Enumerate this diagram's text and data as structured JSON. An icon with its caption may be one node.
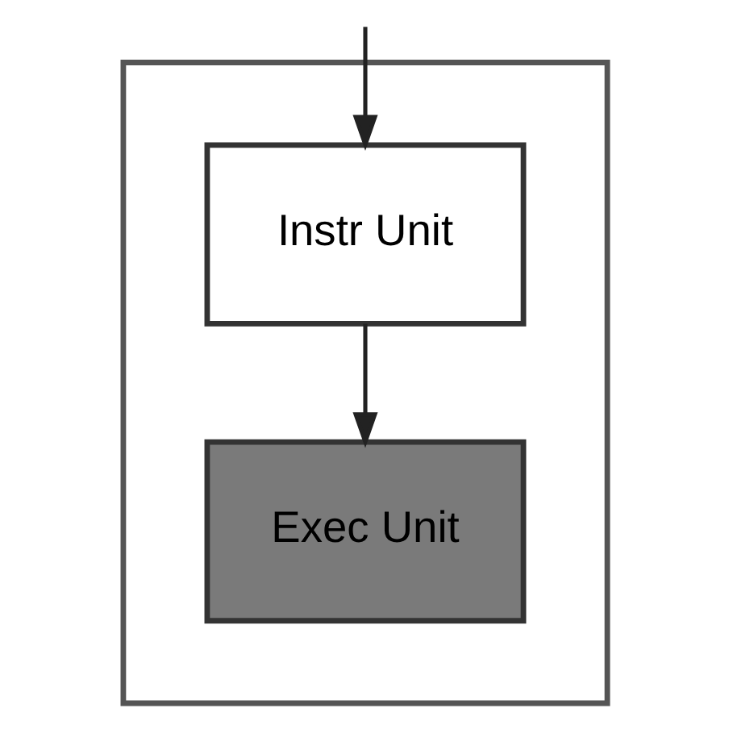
{
  "diagram": {
    "nodes": [
      {
        "text": [],
        "shape": "box"
      },
      {
        "text": [
          "Instr Unit"
        ],
        "in": 0
      },
      {
        "text": [
          "Exec Unit"
        ],
        "in": 0
      }
    ],
    "edges": [
      {
        "from": null,
        "to": 1,
        "arrow": "to"
      },
      {
        "from": 1,
        "to": 2,
        "arrow": "to"
      }
    ]
  }
}
